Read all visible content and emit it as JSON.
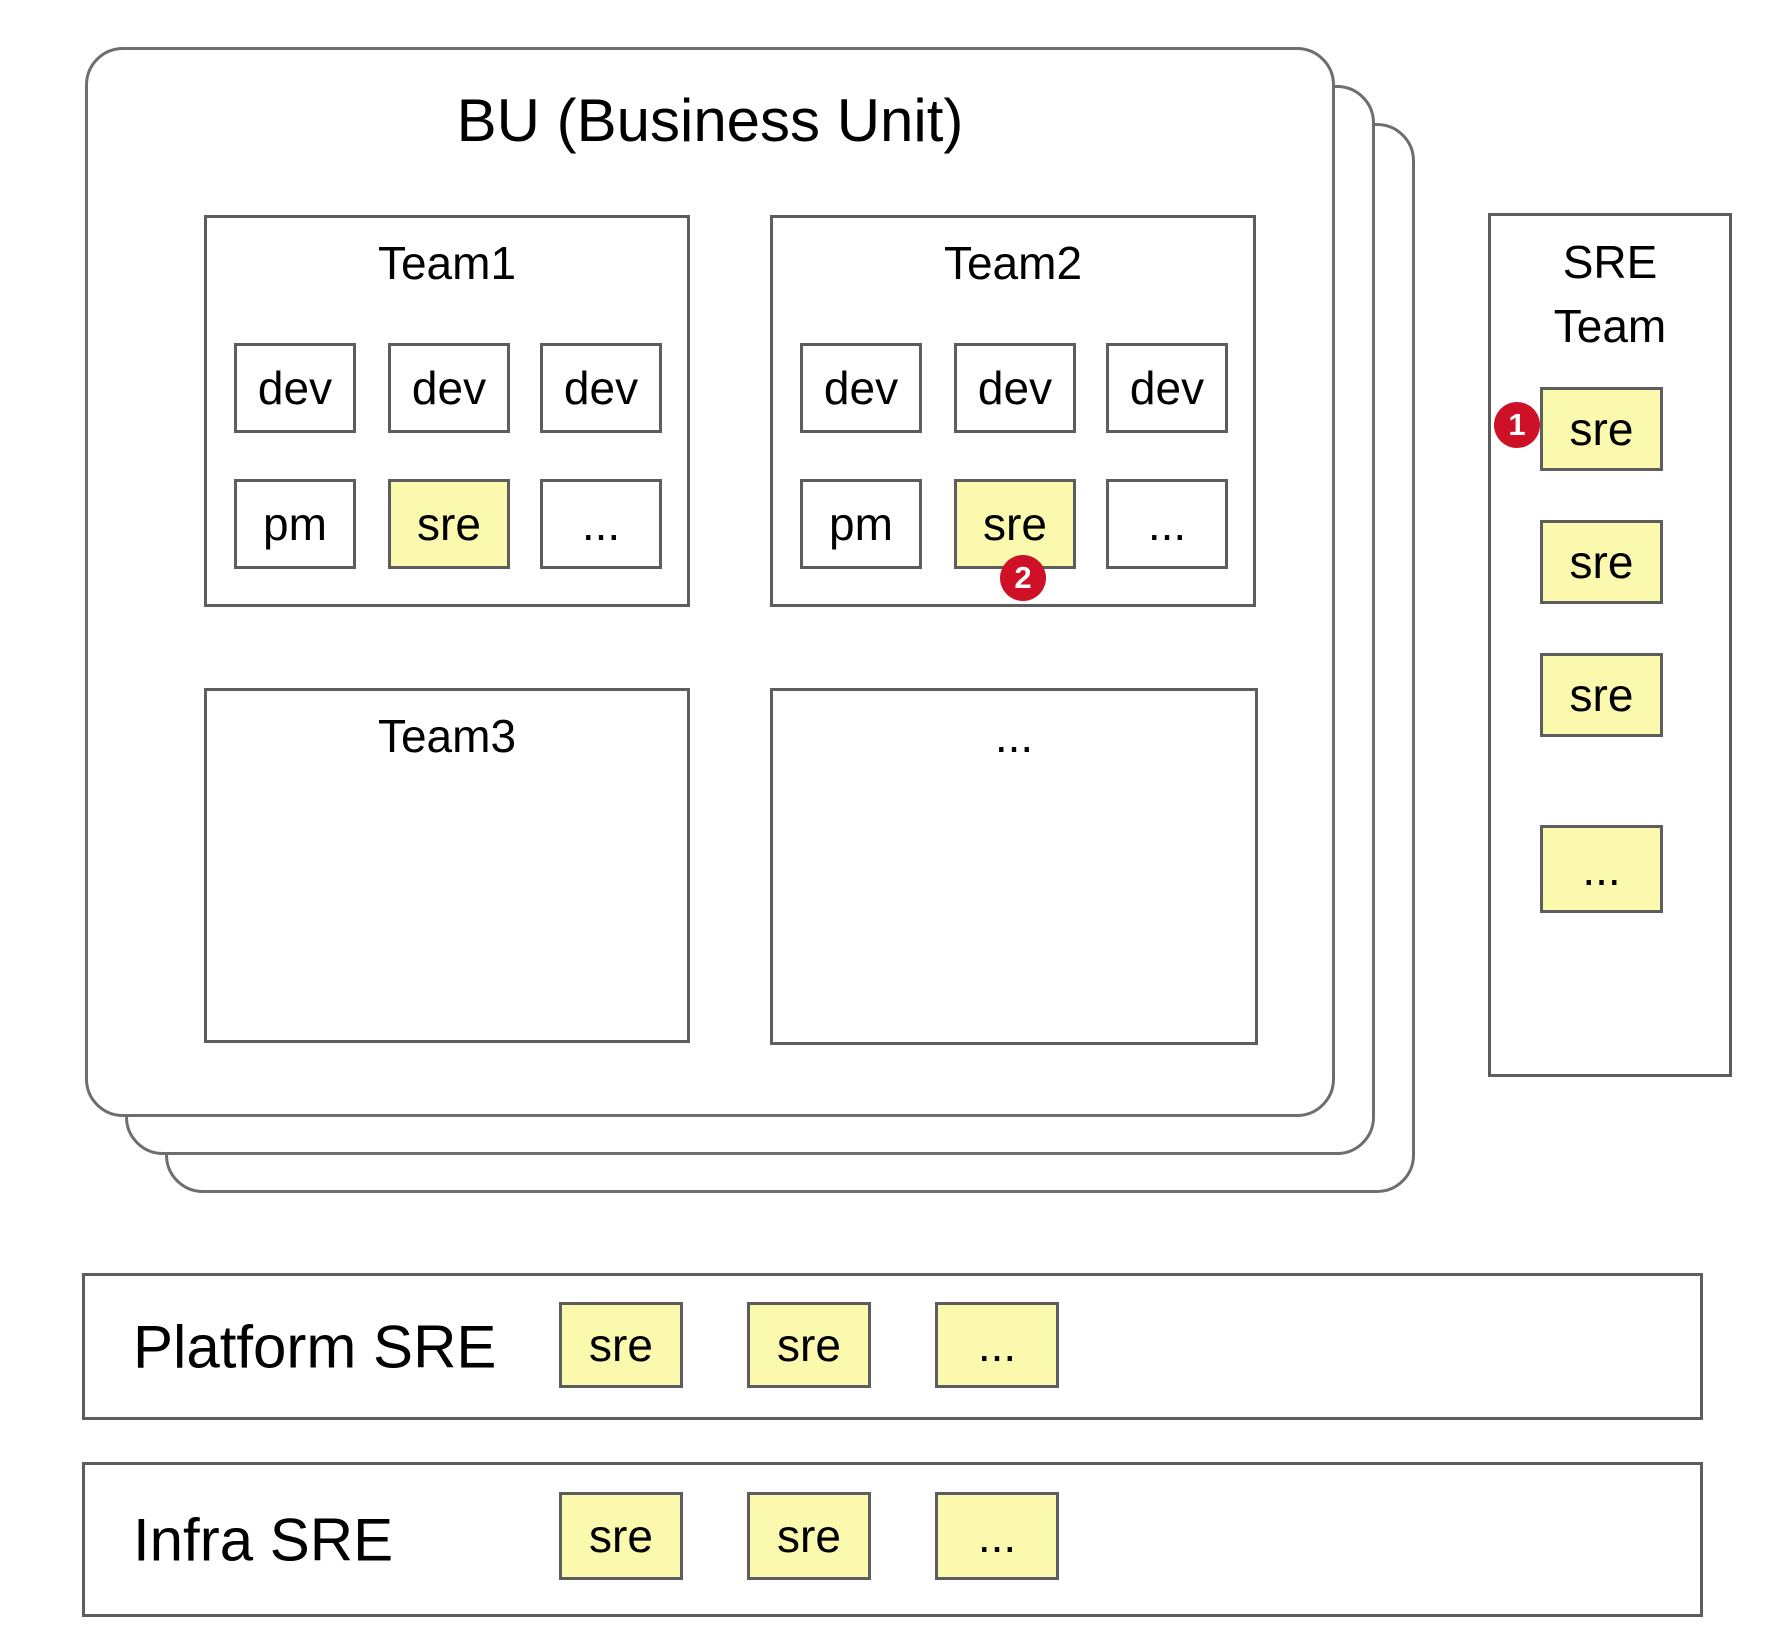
{
  "colors": {
    "highlight_yellow": "#FAF9AE",
    "badge_red": "#CE1126",
    "border_gray": "#5d5d5d",
    "background": "#ffffff"
  },
  "bu": {
    "title": "BU (Business Unit)",
    "stacked_layers": 3,
    "teams": [
      {
        "name": "Team1",
        "row1": [
          "dev",
          "dev",
          "dev"
        ],
        "row2": [
          "pm",
          "sre",
          "..."
        ]
      },
      {
        "name": "Team2",
        "row1": [
          "dev",
          "dev",
          "dev"
        ],
        "row2": [
          "pm",
          "sre",
          "..."
        ]
      },
      {
        "name": "Team3"
      },
      {
        "name": "..."
      }
    ]
  },
  "sre_team": {
    "title_line1": "SRE",
    "title_line2": "Team",
    "members": [
      "sre",
      "sre",
      "sre",
      "..."
    ]
  },
  "platform_sre": {
    "label": "Platform SRE",
    "members": [
      "sre",
      "sre",
      "..."
    ]
  },
  "infra_sre": {
    "label": "Infra SRE",
    "members": [
      "sre",
      "sre",
      "..."
    ]
  },
  "badges": {
    "one": "1",
    "two": "2"
  }
}
